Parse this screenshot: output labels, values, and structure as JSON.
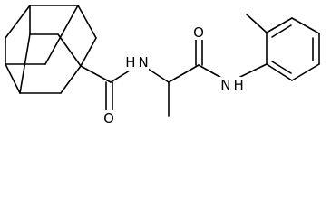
{
  "structure": {
    "atoms": [
      {
        "id": "o-amide-1",
        "label": "O"
      },
      {
        "id": "n-amide-1",
        "label": "H N"
      },
      {
        "id": "o-amide-2",
        "label": "O"
      },
      {
        "id": "n-amide-2",
        "label": "N H"
      }
    ]
  }
}
